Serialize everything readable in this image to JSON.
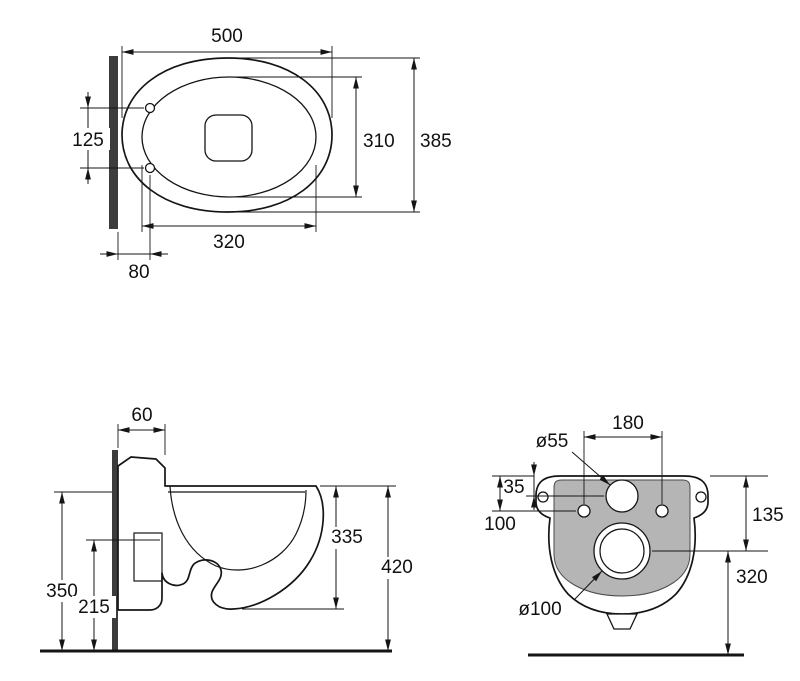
{
  "views": {
    "plan": {
      "overall_length": "500",
      "seat_hole_spacing": "125",
      "inner_width": "310",
      "overall_width": "385",
      "opening_length": "320",
      "hole_wall_offset": "80"
    },
    "side": {
      "inlet_setback": "60",
      "underside_height": "350",
      "outlet_axis_height": "215",
      "body_height": "335",
      "overall_height": "420"
    },
    "rear": {
      "inlet_diameter": "ø55",
      "fixing_hole_spacing": "180",
      "inlet_top_offset": "35",
      "fixing_top_offset": "100",
      "outlet_top_offset": "135",
      "outlet_floor_height": "320",
      "outlet_diameter": "ø100"
    }
  }
}
